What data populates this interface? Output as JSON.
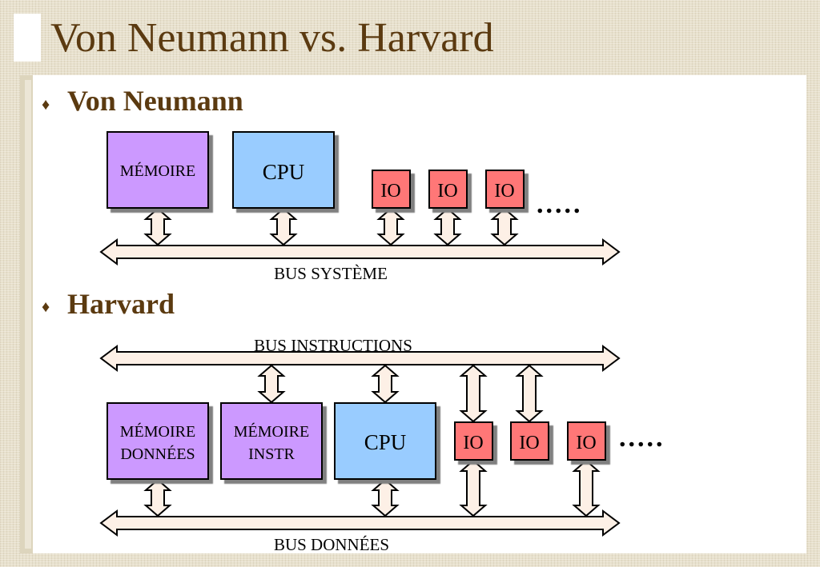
{
  "slide": {
    "title": "Von Neumann vs. Harvard"
  },
  "colors": {
    "title": "#5b3a10",
    "memory": "#cc99ff",
    "cpu": "#99ccff",
    "io": "#ff7777",
    "bus_fill": "#fdf0e6"
  },
  "sections": {
    "von_neumann": {
      "bullet": "♦",
      "title": "Von Neumann",
      "memory_label": "MÉMOIRE",
      "cpu_label": "CPU",
      "io_labels": [
        "IO",
        "IO",
        "IO"
      ],
      "ellipsis": ".....",
      "bus_label": "BUS SYSTÈME"
    },
    "harvard": {
      "bullet": "♦",
      "title": "Harvard",
      "instruction_bus_label": "BUS INSTRUCTIONS",
      "data_memory_label": [
        "MÉMOIRE",
        "DONNÉES"
      ],
      "instr_memory_label": [
        "MÉMOIRE",
        "INSTR"
      ],
      "cpu_label": "CPU",
      "io_labels": [
        "IO",
        "IO",
        "IO"
      ],
      "ellipsis": ".....",
      "data_bus_label": "BUS DONNÉES"
    }
  }
}
